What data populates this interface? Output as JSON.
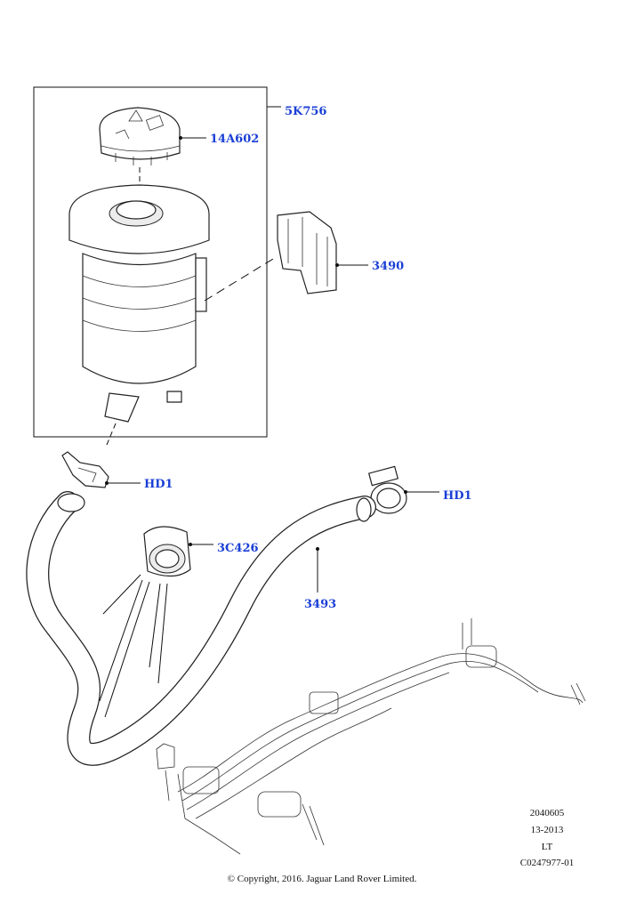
{
  "labels": {
    "reservoir_assembly": "5K756",
    "cap": "14A602",
    "bracket": "3490",
    "clip_left": "HD1",
    "clip_right": "HD1",
    "hose_clip": "3C426",
    "hose": "3493"
  },
  "info": {
    "illustration_no": "2040605",
    "date": "13-2013",
    "side": "LT",
    "ref": "C0247977-01"
  },
  "copyright": "© Copyright, 2016. Jaguar Land Rover Limited.",
  "colors": {
    "label": "#1a3fd6",
    "line": "#111111"
  }
}
